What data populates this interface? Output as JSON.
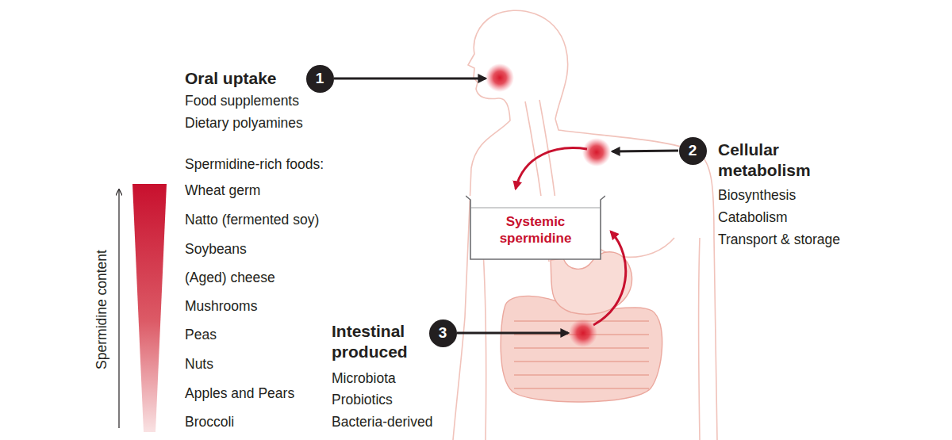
{
  "diagram": {
    "nodes": [
      {
        "text": [
          "1"
        ]
      },
      {
        "text": [
          "2"
        ]
      },
      {
        "text": [
          "Systemic spermidine"
        ]
      },
      {
        "text": [
          "3"
        ]
      }
    ],
    "labels": [
      "Oral uptake",
      "Food supplements",
      "Dietary polyamines",
      "Spermidine-rich foods:",
      "Wheat germ",
      "Natto (fermented soy)",
      "Soybeans",
      "(Aged) cheese",
      "Mushrooms",
      "Peas",
      "Nuts",
      "Apples and Pears",
      "Broccoli",
      "Spermidine content",
      "Cellular metabolism",
      "Biosynthesis",
      "Catabolism",
      "Transport & storage",
      "Intestinal produced",
      "Microbiota",
      "Probiotics",
      "Bacteria-derived"
    ]
  }
}
